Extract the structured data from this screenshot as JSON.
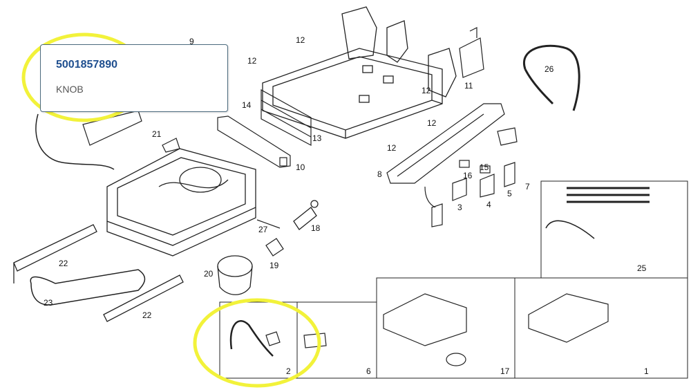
{
  "callout": {
    "part_number": "5001857890",
    "description": "KNOB"
  },
  "labels": [
    "1",
    "2",
    "3",
    "4",
    "5",
    "6",
    "7",
    "8",
    "9",
    "10",
    "11",
    "12",
    "12",
    "12",
    "12",
    "12",
    "13",
    "14",
    "15",
    "16",
    "17",
    "18",
    "19",
    "20",
    "21",
    "22",
    "22",
    "23",
    "25",
    "26",
    "27"
  ],
  "colors": {
    "highlight": "#f2f23a",
    "line": "#222222",
    "callout_border": "#4b6a7e",
    "part_number_text": "#1f4f8f"
  }
}
